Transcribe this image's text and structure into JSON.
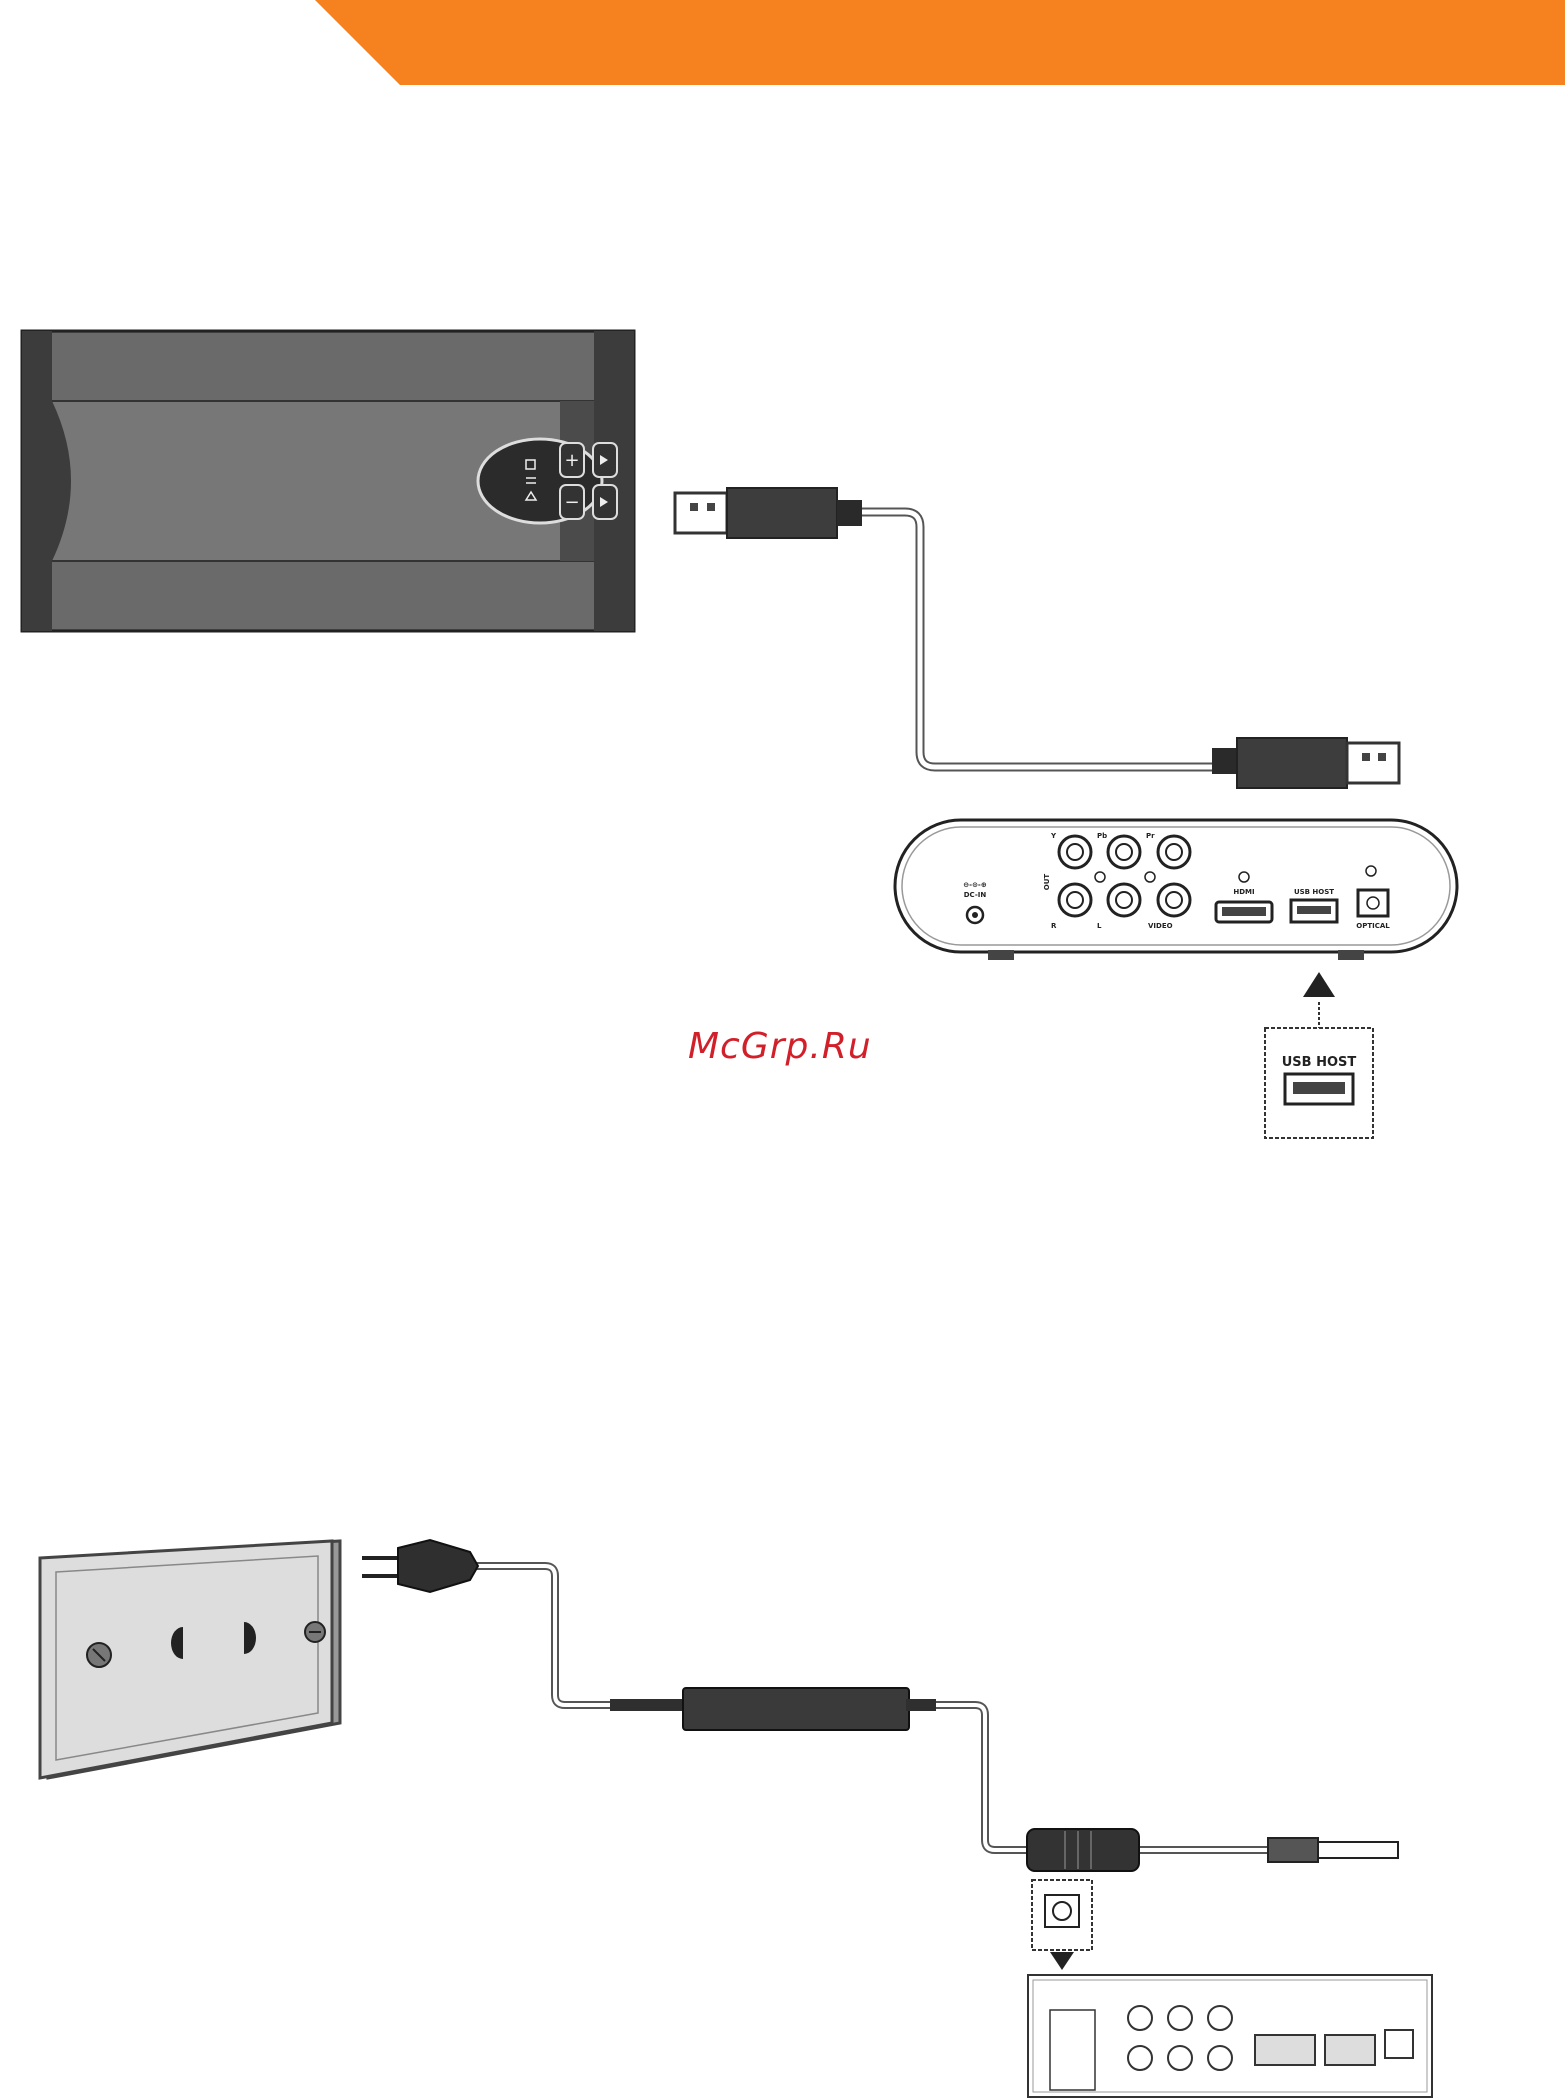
{
  "header": {
    "accent_color": "#f5821f"
  },
  "usb_diagram": {
    "player_rear_labels": {
      "dc_in": "DC-IN",
      "dc_in_rating": "⊖-⊙-⊕",
      "out": "OUT",
      "y": "Y",
      "pb": "Pb",
      "pr": "Pr",
      "r": "R",
      "l": "L",
      "video": "VIDEO",
      "hdmi": "HDMI",
      "usb_host": "USB HOST",
      "optical": "OPTICAL"
    },
    "callout_label": "USB HOST"
  },
  "watermark": {
    "text": "McGrp.Ru",
    "color": "#d2202a"
  }
}
